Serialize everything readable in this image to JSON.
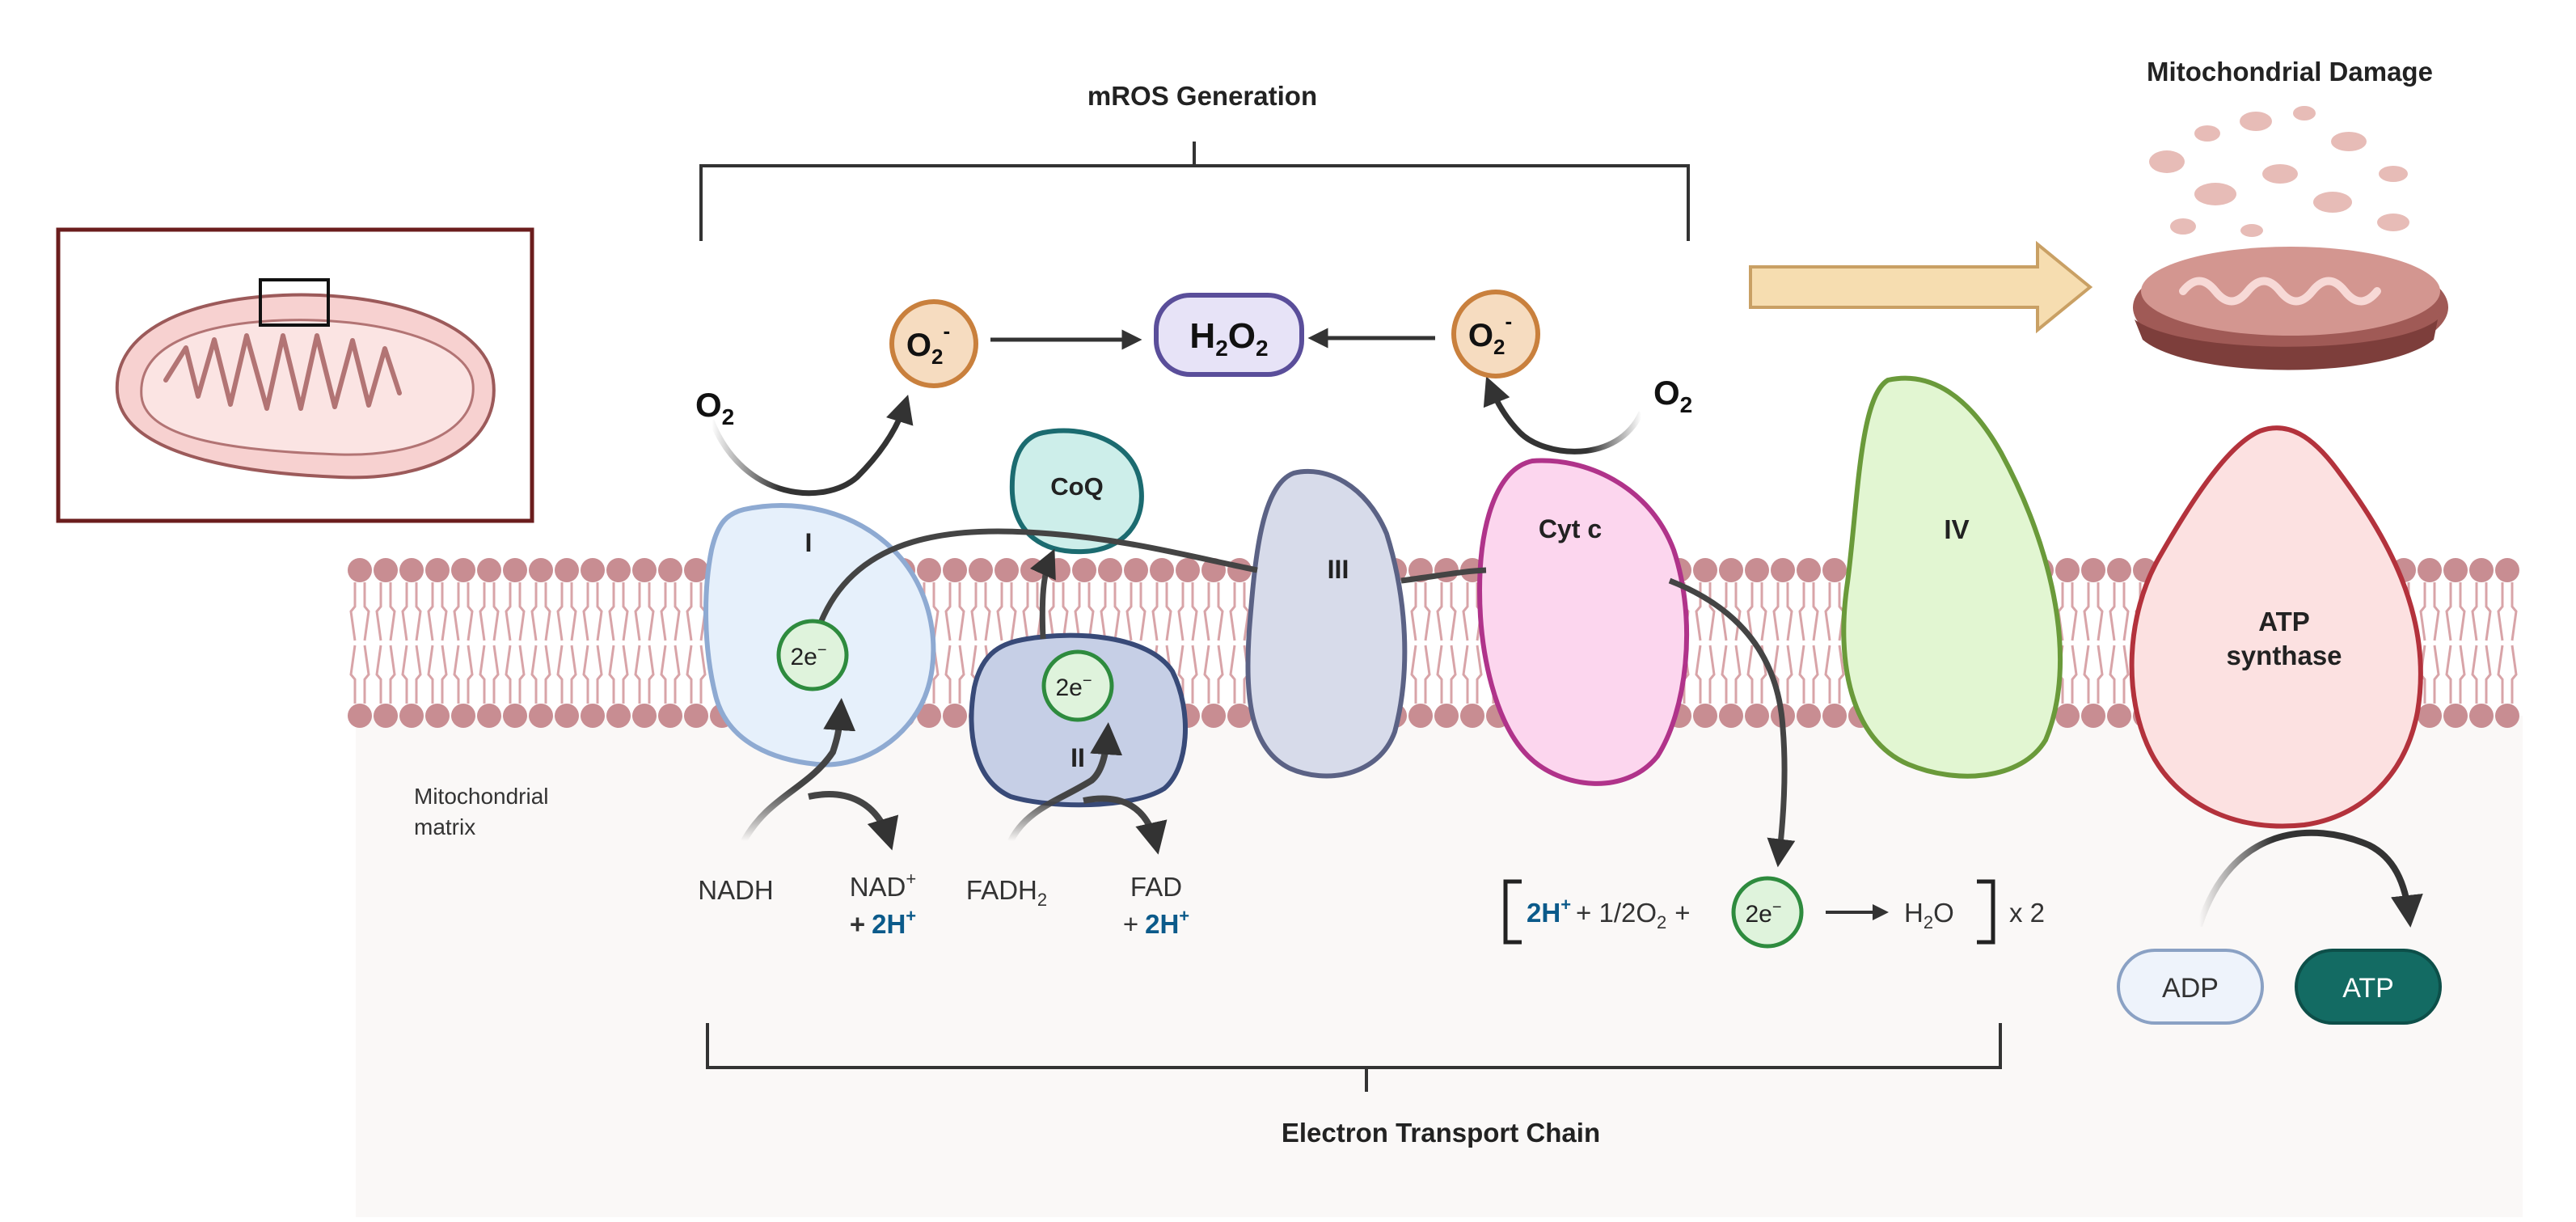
{
  "headings": {
    "mros": "mROS Generation",
    "damage": "Mitochondrial Damage",
    "etc": "Electron Transport Chain",
    "matrix_line1": "Mitochondrial",
    "matrix_line2": "matrix"
  },
  "species": {
    "o2": "O",
    "o2_sub": "2",
    "superoxide": "O",
    "superoxide_sub": "2",
    "superoxide_sup": "-",
    "h2o2_a": "H",
    "h2o2_sub1": "2",
    "h2o2_b": "O",
    "h2o2_sub2": "2"
  },
  "complexes": {
    "c1": "I",
    "coq": "CoQ",
    "c2": "II",
    "c3": "III",
    "cytc": "Cyt c",
    "c4": "IV",
    "atp_line1": "ATP",
    "atp_line2": "synthase"
  },
  "electrons": {
    "label": "2e",
    "sup": "−"
  },
  "substrates": {
    "nadh": "NADH",
    "nad": "NAD",
    "nad_sup": "+",
    "plus": "+",
    "h_label": "2H",
    "h_sup": "+",
    "fadh": "FADH",
    "fadh_sub": "2",
    "fad": "FAD"
  },
  "reaction": {
    "h": "2H",
    "h_sup": "+",
    "mid": "+ 1/2O",
    "mid_sub": "2",
    "plus2": "+",
    "e": "2e",
    "e_sup": "−",
    "water": "H",
    "water_sub": "2",
    "water_o": "O",
    "times": "x 2"
  },
  "atp": {
    "adp": "ADP",
    "atp": "ATP"
  },
  "colors": {
    "accent_blue": "#0b5a8a",
    "electron_fill": "#dff3dc",
    "electron_stroke": "#2e8b3e",
    "superoxide_fill": "#f6dcc0",
    "superoxide_stroke": "#c9803d",
    "h2o2_fill": "#e7e3f7",
    "h2o2_stroke": "#5a4e9a",
    "membrane_head": "#c88d92",
    "atp_green": "#136b63"
  }
}
